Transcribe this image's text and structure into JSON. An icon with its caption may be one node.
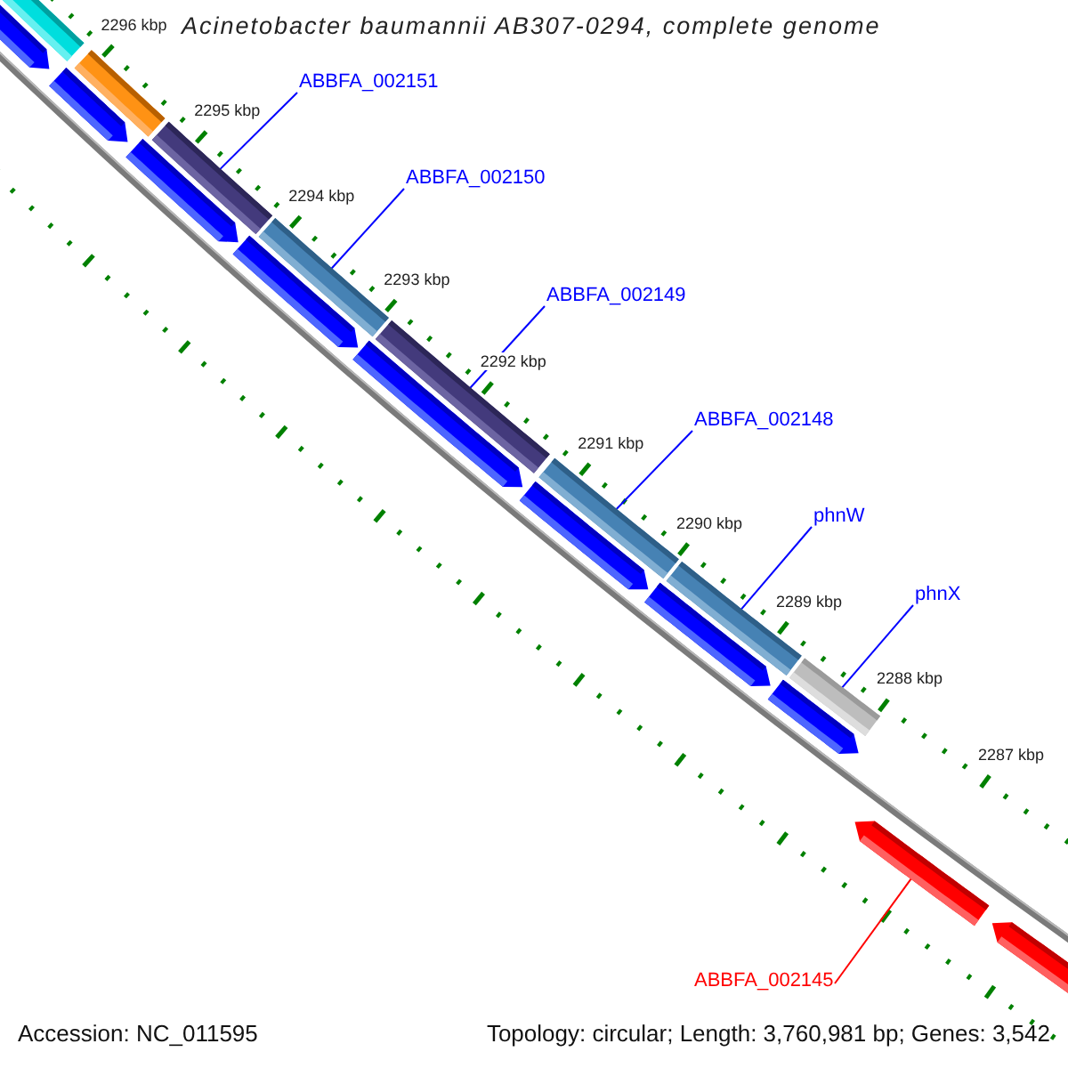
{
  "diagram": {
    "title": "Acinetobacter baumannii AB307-0294, complete genome",
    "nodes": [
      {
        "text": [
          "ABBFA_002151"
        ]
      },
      {
        "text": [],
        "shape": "bar"
      },
      {
        "text": [
          "ABBFA_002150"
        ]
      },
      {
        "text": [],
        "shape": "bar"
      },
      {
        "text": [
          "ABBFA_002149"
        ]
      },
      {
        "text": [],
        "shape": "bar"
      },
      {
        "text": [
          "ABBFA_002148"
        ]
      },
      {
        "text": [],
        "shape": "bar"
      },
      {
        "text": [
          "phnW"
        ]
      },
      {
        "text": [],
        "shape": "bar"
      },
      {
        "text": [
          "phnX"
        ]
      },
      {
        "text": [],
        "shape": "bar"
      },
      {
        "text": [
          "ABBFA_002145"
        ]
      },
      {
        "text": [],
        "shape": "bar"
      }
    ],
    "edges": [
      {
        "from": 0,
        "to": 1,
        "arrow": "none"
      },
      {
        "from": 2,
        "to": 3,
        "arrow": "none"
      },
      {
        "from": 4,
        "to": 5,
        "arrow": "none"
      },
      {
        "from": 6,
        "to": 7,
        "arrow": "none"
      },
      {
        "from": 8,
        "to": 9,
        "arrow": "none"
      },
      {
        "from": 10,
        "to": 11,
        "arrow": "none"
      },
      {
        "from": 12,
        "to": 13,
        "arrow": "none",
        "color": "#ff0000"
      }
    ],
    "labels": [
      "2296 kbp",
      "2295 kbp",
      "2294 kbp",
      "2293 kbp",
      "2292 kbp",
      "2291 kbp",
      "2290 kbp",
      "2289 kbp",
      "2288 kbp",
      "2287 kbp",
      "Accession: NC_011595",
      "Topology: circular; Length: 3,760,981 bp; Genes: 3,542"
    ]
  }
}
